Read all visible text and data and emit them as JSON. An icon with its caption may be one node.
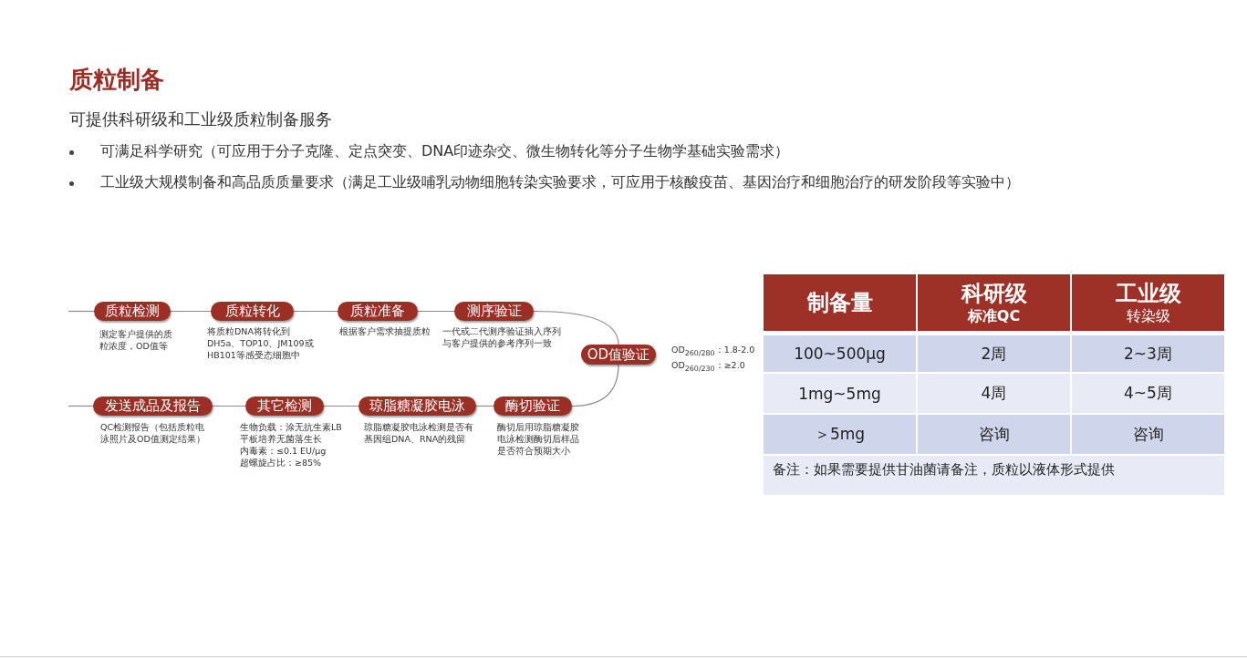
{
  "diagram": {
    "title": "质粒制备",
    "nodes": [
      {
        "text": [
          "质粒检测"
        ],
        "beside": [
          "测定客户提供的质粒浓度，OD值等"
        ]
      },
      {
        "text": [
          "质粒转化"
        ],
        "beside": [
          "将质粒DNA将转化到DH5a、TOP10、JM109或HB101等感受态细胞中"
        ]
      },
      {
        "text": [
          "质粒准备"
        ],
        "beside": [
          "根据客户需求抽提质粒"
        ]
      },
      {
        "text": [
          "测序验证"
        ],
        "beside": [
          "一代或二代测序验证插入序列与客户提供的参考序列一致"
        ]
      },
      {
        "text": [
          "OD值验证"
        ],
        "beside": [
          "OD$_{260/280}$：1.8-2.0",
          "OD$_{260/230}$：≥2.0"
        ]
      },
      {
        "text": [
          "酶切验证"
        ],
        "beside": [
          "酶切后用琼脂糖凝胶电泳检测酶切后样品是否符合预期大小"
        ]
      },
      {
        "text": [
          "琼脂糖凝胶电泳"
        ],
        "beside": [
          "琼脂糖凝胶电泳检测是否有基因组DNA、RNA的残留"
        ]
      },
      {
        "text": [
          "其它检测"
        ],
        "beside": [
          "生物负载：涂无抗生素LB平板培养无菌落生长",
          "内毒素：≤0.1 EU/μg",
          "超螺旋占比：≥85%"
        ]
      },
      {
        "text": [
          "发送成品及报告"
        ],
        "beside": [
          "QC检测报告（包括质粒电泳照片及OD值测定结果）"
        ]
      }
    ],
    "edges": [
      {
        "from": null,
        "to": 0,
        "arrow": "none"
      },
      {
        "from": 0,
        "to": 1,
        "arrow": "none"
      },
      {
        "from": 1,
        "to": 2,
        "arrow": "none"
      },
      {
        "from": 2,
        "to": 3,
        "arrow": "none"
      },
      {
        "from": 3,
        "to": 4,
        "arrow": "none"
      },
      {
        "from": 4,
        "to": 5,
        "arrow": "none"
      },
      {
        "from": 5,
        "to": 6,
        "arrow": "none"
      },
      {
        "from": 6,
        "to": 7,
        "arrow": "none"
      },
      {
        "from": 7,
        "to": 8,
        "arrow": "none"
      },
      {
        "from": 8,
        "to": null,
        "arrow": "none"
      }
    ],
    "labels": [
      "可提供科研级和工业级质粒制备服务",
      "可满足科学研究（可应用于分子克隆、定点突变、DNA印迹杂交、微生物转化等分子生物学基础实验需求）",
      "工业级大规模制备和高品质质量要求（满足工业级哺乳动物细胞转染实验要求，可应用于核酸疫苗、基因治疗和细胞治疗的研发阶段等实验中）",
      "制备量",
      "科研级",
      "标准QC",
      "工业级",
      "转染级",
      "100~500μg",
      "2周",
      "2~3周",
      "1mg~5mg",
      "4周",
      "4~5周",
      "＞5mg",
      "咨询",
      "咨询",
      "备注：如果需要提供甘油菌请备注，质粒以液体形式提供"
    ]
  }
}
